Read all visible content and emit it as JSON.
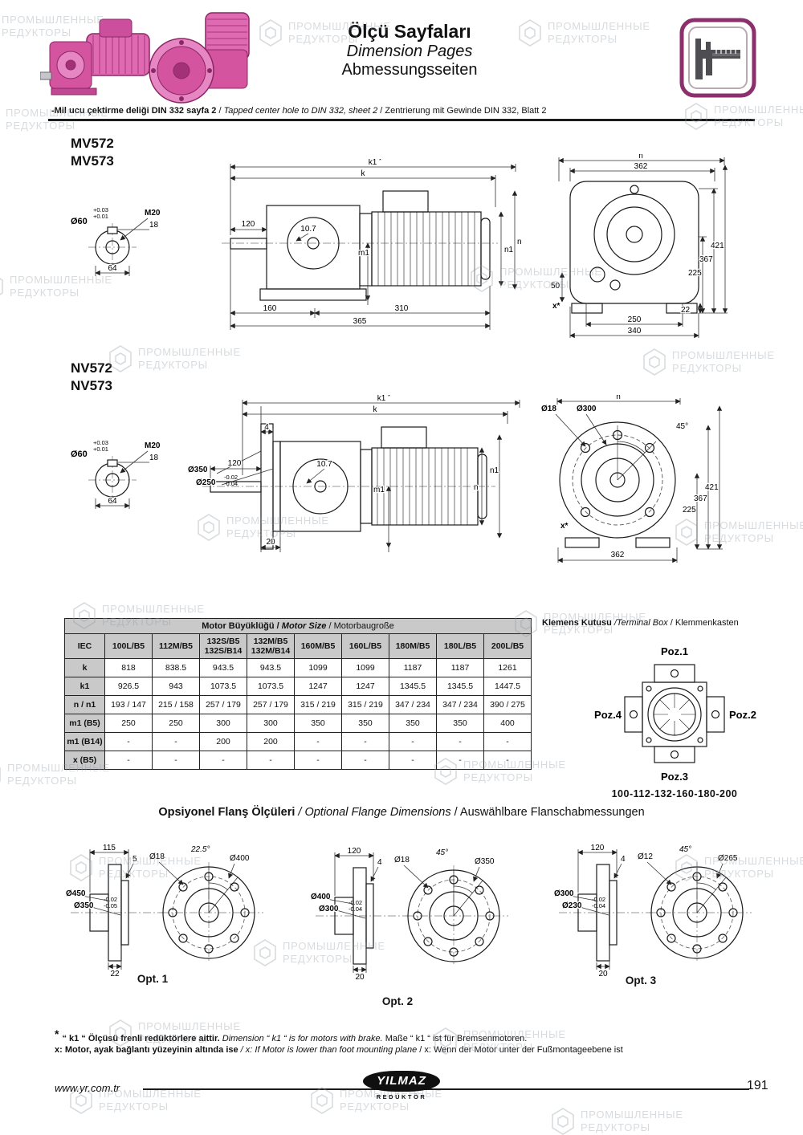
{
  "watermark": {
    "line1": "ПРОМЫШЛЕННЫЕ",
    "line2": "РЕДУКТОРЫ"
  },
  "header": {
    "title_tr": "Ölçü Sayfaları",
    "title_en": "Dimension Pages",
    "title_de": "Abmessungsseiten",
    "note_tr": "-Mil ucu çektirme deliği DIN 332 sayfa 2",
    "sep": " / ",
    "note_en": "Tapped center hole to DIN 332, sheet 2",
    "note_de": "Zentrierung mit Gewinde DIN 332, Blatt 2"
  },
  "shaft_detail": {
    "tol_top": "+0.03",
    "tol_bot": "+0.01",
    "dia": "Ø60",
    "thread": "M20",
    "key": "18",
    "len": "64"
  },
  "mv": {
    "model_a": "MV572",
    "model_b": "MV573",
    "side": {
      "k1": "k1",
      "star": "*",
      "k": "k",
      "d120": "120",
      "d107": "10.7",
      "m1": "m1",
      "n1": "n1",
      "n": "n",
      "d160": "160",
      "d310": "310",
      "d365": "365"
    },
    "front": {
      "n": "n",
      "d362": "362",
      "d421": "421",
      "d367": "367",
      "d225": "225",
      "d50": "50",
      "x": "x*",
      "d22": "22",
      "d250": "250",
      "d340": "340"
    }
  },
  "nv": {
    "model_a": "NV572",
    "model_b": "NV573",
    "side": {
      "d4": "4",
      "k1": "k1",
      "star": "*",
      "k": "k",
      "d120": "120",
      "d107": "10.7",
      "dia350": "Ø350",
      "dia250": "Ø250",
      "tol_top": "-0.02",
      "tol_bot": "-0.04",
      "m1": "m1",
      "n": "n",
      "n1": "n1",
      "d20": "20"
    },
    "front": {
      "dia18": "Ø18",
      "dia300": "Ø300",
      "a45": "45°",
      "n": "n",
      "d421": "421",
      "d367": "367",
      "d225": "225",
      "x": "x*",
      "d362": "362"
    }
  },
  "table": {
    "title_tr": "Motor Büyüklüğü / ",
    "title_en": "Motor Size",
    "title_de": " / Motorbaugroße",
    "iec": "IEC",
    "cols": [
      "100L/B5",
      "112M/B5",
      "132S/B5\n132S/B14",
      "132M/B5\n132M/B14",
      "160M/B5",
      "160L/B5",
      "180M/B5",
      "180L/B5",
      "200L/B5"
    ],
    "rows": [
      {
        "label": "k",
        "values": [
          "818",
          "838.5",
          "943.5",
          "943.5",
          "1099",
          "1099",
          "1187",
          "1187",
          "1261"
        ]
      },
      {
        "label": "k1",
        "values": [
          "926.5",
          "943",
          "1073.5",
          "1073.5",
          "1247",
          "1247",
          "1345.5",
          "1345.5",
          "1447.5"
        ]
      },
      {
        "label": "n / n1",
        "values": [
          "193 / 147",
          "215 / 158",
          "257 / 179",
          "257 / 179",
          "315 / 219",
          "315 / 219",
          "347 / 234",
          "347 / 234",
          "390 / 275"
        ]
      },
      {
        "label": "m1 (B5)",
        "values": [
          "250",
          "250",
          "300",
          "300",
          "350",
          "350",
          "350",
          "350",
          "400"
        ]
      },
      {
        "label": "m1 (B14)",
        "values": [
          "-",
          "-",
          "200",
          "200",
          "-",
          "-",
          "-",
          "-",
          "-"
        ]
      },
      {
        "label": "x (B5)",
        "values": [
          "-",
          "-",
          "-",
          "-",
          "-",
          "-",
          "-",
          "-",
          "-"
        ]
      }
    ]
  },
  "terminal_box": {
    "title_tr": "Klemens Kutusu ",
    "title_en": "/Terminal Box",
    "title_de": " / Klemmenkasten",
    "poz1": "Poz.1",
    "poz2": "Poz.2",
    "poz3": "Poz.3",
    "poz4": "Poz.4",
    "sizes": "100-112-132-160-180-200"
  },
  "flange": {
    "title_tr": "Opsiyonel Flanş Ölçüleri",
    "title_en": " / Optional Flange Dimensions",
    "title_de": " / Auswählbare Flanschabmessungen",
    "opt1": {
      "label": "Opt. 1",
      "d_top": "115",
      "step": "5",
      "outer": "Ø450",
      "spigot": "Ø350",
      "tol_top": "-0.02",
      "tol_bot": "-0.05",
      "thick": "22",
      "hole": "Ø18",
      "angle": "22.5°",
      "bolt_circle": "Ø400"
    },
    "opt2": {
      "label": "Opt. 2",
      "d_top": "120",
      "step": "4",
      "outer": "Ø400",
      "spigot": "Ø300",
      "tol_top": "-0.02",
      "tol_bot": "-0.04",
      "thick": "20",
      "hole": "Ø18",
      "angle": "45°",
      "bolt_circle": "Ø350"
    },
    "opt3": {
      "label": "Opt. 3",
      "d_top": "120",
      "step": "4",
      "outer": "Ø300",
      "spigot": "Ø230",
      "tol_top": "-0.02",
      "tol_bot": "-0.04",
      "thick": "20",
      "hole": "Ø12",
      "angle": "45°",
      "bolt_circle": "Ø265"
    }
  },
  "footnotes": {
    "star": "*",
    "n1_tr": "“ k1 “ Ölçüsü frenli redüktörlere aittir.",
    "n1_en": " Dimension “ k1 “ is for motors with brake.",
    "n1_de": " Maße “ k1 “ ist für Bremsenmotoren.",
    "n2_tr": "x: Motor, ayak bağlantı yüzeyinin altında ise",
    "n2_en": " / x: If Motor is lower than foot mounting plane",
    "n2_de": " / x: Wenn der Motor unter der Fußmontageebene ist"
  },
  "footer": {
    "url": "www.yr.com.tr",
    "logo_name": "YILMAZ",
    "logo_sub": "REDÜKTÖR",
    "page": "191"
  }
}
